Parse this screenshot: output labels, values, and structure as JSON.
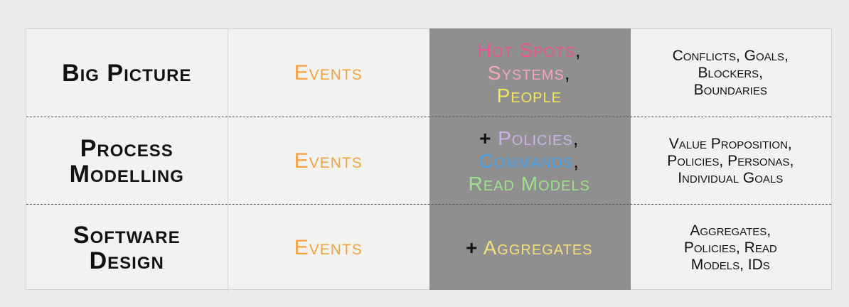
{
  "rows": [
    {
      "level": [
        "Big Picture"
      ],
      "events": "Events",
      "stickies": [
        {
          "prefix": "",
          "items": [
            {
              "text": "Hot Spots",
              "suffix": ","
            }
          ]
        },
        {
          "prefix": "",
          "items": [
            {
              "text": "Systems",
              "suffix": ","
            }
          ]
        },
        {
          "prefix": "",
          "items": [
            {
              "text": "People",
              "suffix": ""
            }
          ]
        }
      ],
      "outcomes": [
        "Conflicts, Goals,",
        "Blockers,",
        "Boundaries"
      ]
    },
    {
      "level": [
        "Process",
        "Modelling"
      ],
      "events": "Events",
      "stickies": [
        {
          "prefix": "+",
          "items": [
            {
              "text": "Policies",
              "suffix": ","
            }
          ]
        },
        {
          "prefix": "",
          "items": [
            {
              "text": "Commands",
              "suffix": ","
            }
          ]
        },
        {
          "prefix": "",
          "items": [
            {
              "text": "Read Models",
              "suffix": ""
            }
          ]
        }
      ],
      "outcomes": [
        "Value Proposition,",
        "Policies, Personas,",
        "Individual Goals"
      ]
    },
    {
      "level": [
        "Software",
        "Design"
      ],
      "events": "Events",
      "stickies": [
        {
          "prefix": "+",
          "items": [
            {
              "text": "Aggregates",
              "suffix": ""
            }
          ]
        }
      ],
      "outcomes": [
        "Aggregates,",
        "Policies, Read",
        "Models, IDs"
      ]
    }
  ],
  "colors": {
    "events": "#f4a13f",
    "hot_spots": "#e8558f",
    "systems": "#f2a6b8",
    "people": "#f1e75a",
    "policies": "#c8b3e6",
    "commands": "#4aa3e8",
    "read_models": "#9fe08a",
    "aggregates": "#f4e07a",
    "highlight_column": "#8f8f8f"
  }
}
